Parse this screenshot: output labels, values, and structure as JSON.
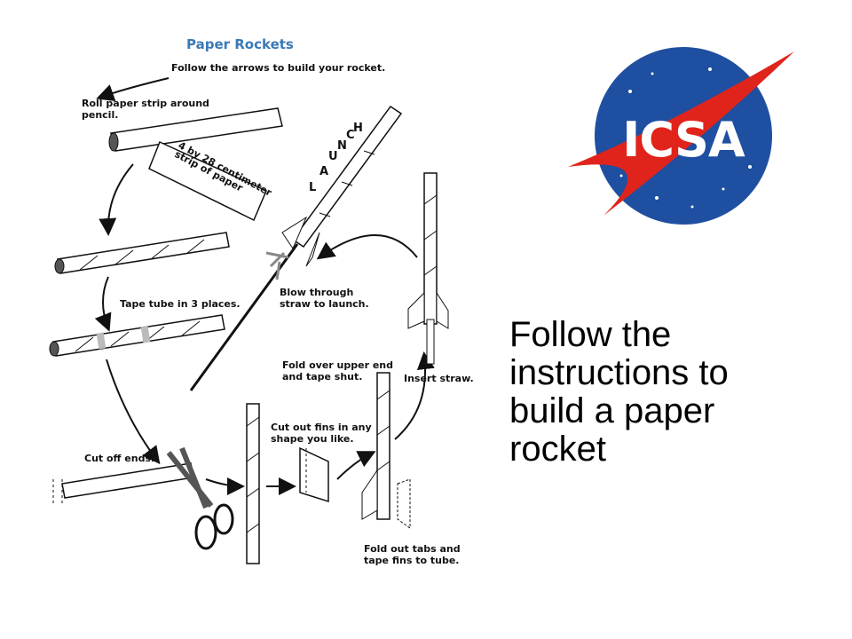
{
  "diagram": {
    "title": "Paper Rockets",
    "intro": "Follow the arrows to build your rocket.",
    "steps": {
      "roll_line1": "Roll paper strip around",
      "roll_line2": "pencil.",
      "strip_line1": "4 by 28 centimeter",
      "strip_line2": "strip of paper",
      "tape": "Tape tube in 3 places.",
      "cut_ends": "Cut off ends.",
      "fins_line1": "Cut out fins in any",
      "fins_line2": "shape you like.",
      "fold_tabs_line1": "Fold out tabs and",
      "fold_tabs_line2": "tape fins to tube.",
      "fold_top_line1": "Fold over upper end",
      "fold_top_line2": "and tape shut.",
      "insert_straw": "Insert straw.",
      "blow_line1": "Blow through",
      "blow_line2": "straw to launch."
    },
    "launch_letters": [
      "L",
      "A",
      "U",
      "N",
      "C",
      "H"
    ]
  },
  "logo": {
    "text": "ICSA",
    "colors": {
      "circle": "#1f4fa0",
      "swoosh": "#e0241b",
      "text": "#ffffff"
    }
  },
  "caption": {
    "lines": [
      "Follow the",
      "instructions to",
      "build a paper",
      "rocket"
    ]
  }
}
